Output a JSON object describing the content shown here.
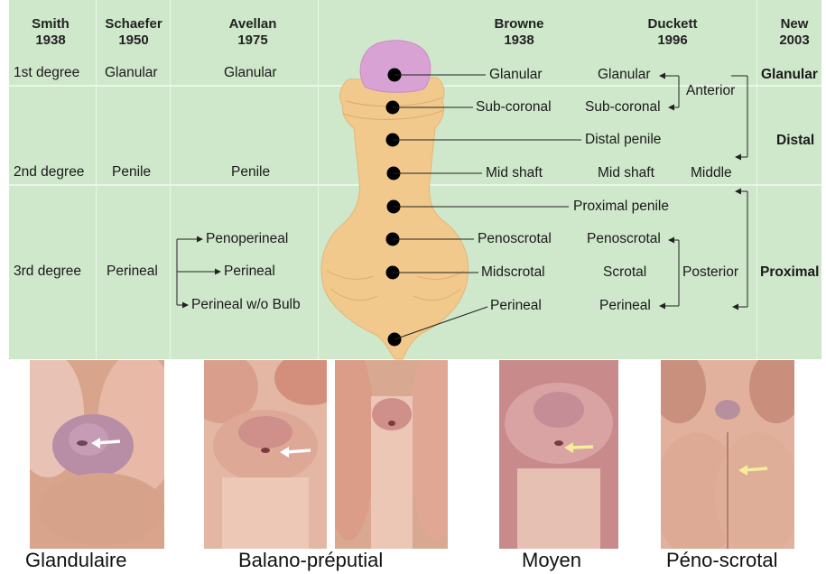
{
  "headers": {
    "smith": "Smith\n1938",
    "schaefer": "Schaefer\n1950",
    "avellan": "Avellan\n1975",
    "browne": "Browne\n1938",
    "duckett": "Duckett\n1996",
    "new": "New\n2003"
  },
  "smith": {
    "first": "1st degree",
    "second": "2nd degree",
    "third": "3rd degree"
  },
  "schaefer": {
    "glanular": "Glanular",
    "penile": "Penile",
    "perineal": "Perineal"
  },
  "avellan": {
    "glanular": "Glanular",
    "penile": "Penile",
    "penoperineal": "Penoperineal",
    "perineal": "Perineal",
    "perineal_wo_bulb": "Perineal w/o Bulb"
  },
  "browne": {
    "glanular": "Glanular",
    "subcoronal": "Sub-coronal",
    "midshaft": "Mid shaft",
    "penoscrotal": "Penoscrotal",
    "midscrotal": "Midscrotal",
    "perineal": "Perineal"
  },
  "duckett": {
    "glanular": "Glanular",
    "subcoronal": "Sub-coronal",
    "distal_penile": "Distal penile",
    "midshaft": "Mid shaft",
    "proximal_penile": "Proximal penile",
    "penoscrotal": "Penoscrotal",
    "scrotal": "Scrotal",
    "perineal": "Perineal",
    "anterior": "Anterior",
    "middle": "Middle",
    "posterior": "Posterior"
  },
  "new": {
    "glanular": "Glanular",
    "distal": "Distal",
    "proximal": "Proximal"
  },
  "captions": {
    "glandulaire": "Glandulaire",
    "balano": "Balano-préputial",
    "moyen": "Moyen",
    "peno": "Péno-scrotal"
  },
  "colors": {
    "panel": "#cfe8cb",
    "body": "#f2c98c",
    "glans": "#d9a2d5",
    "dot": "#000000",
    "arrow_white": "#ffffff",
    "arrow_yellow": "#f4ee9c"
  }
}
